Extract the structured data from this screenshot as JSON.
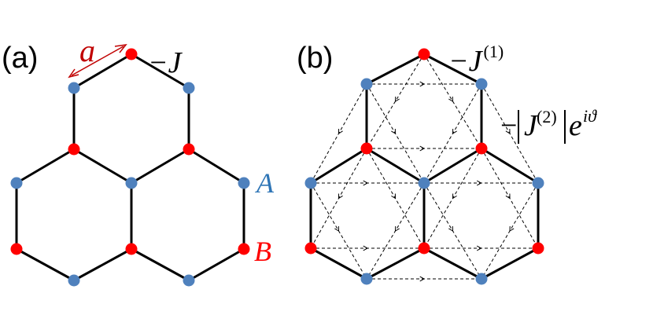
{
  "panels": [
    {
      "label": "(a)",
      "hopping_label": "−J",
      "lattice_constant_label": "a",
      "sublattice_a_label": "A",
      "sublattice_b_label": "B"
    },
    {
      "label": "(b)",
      "nn_hopping": {
        "prefix": "−J",
        "superscript": "(1)"
      },
      "nnn_hopping": {
        "prefix": "−",
        "J": "J",
        "superscript": "(2)",
        "e": "e",
        "exponent": "iϑ"
      }
    }
  ],
  "colors": {
    "sublattice_a": "#4f81bd",
    "sublattice_b": "#ff0000",
    "bond": "#000000",
    "lattice_constant_arrow": "#c00000"
  },
  "sites": {
    "A": [
      [
        1,
        2
      ],
      [
        3,
        2
      ],
      [
        4,
        0
      ],
      [
        5,
        1
      ],
      [
        6,
        0
      ],
      [
        7,
        1
      ],
      [
        8,
        -1
      ],
      [
        9,
        0
      ]
    ],
    "B": [
      [
        0,
        -1
      ],
      [
        2,
        0
      ],
      [
        2,
        2
      ],
      [
        4,
        1
      ],
      [
        5,
        0
      ],
      [
        6,
        1
      ],
      [
        7,
        0
      ],
      [
        9,
        -1
      ]
    ]
  }
}
